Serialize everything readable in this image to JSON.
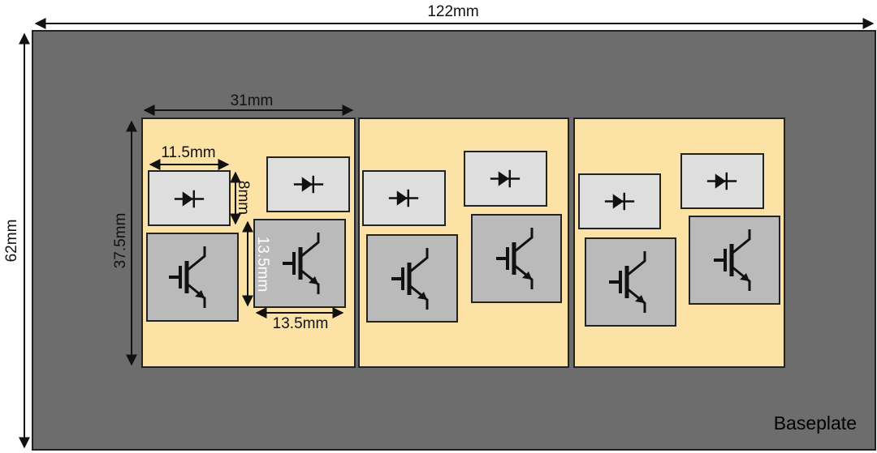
{
  "labels": {
    "baseplate_width": "122mm",
    "baseplate_height": "62mm",
    "substrate_width": "31mm",
    "substrate_height": "37.5mm",
    "diode_width": "11.5mm",
    "diode_height": "8mm",
    "igbt_height": "13.5mm",
    "igbt_width": "13.5mm",
    "baseplate": "Baseplate"
  },
  "colors": {
    "baseplate": "#6d6d6d",
    "substrate": "#fde2a6",
    "diode_chip": "#dedede",
    "igbt_chip": "#bababa"
  },
  "substrates": [
    {
      "chips": [
        "diode",
        "diode",
        "igbt",
        "igbt"
      ]
    },
    {
      "chips": [
        "diode",
        "diode",
        "igbt",
        "igbt"
      ]
    },
    {
      "chips": [
        "diode",
        "diode",
        "igbt",
        "igbt"
      ]
    }
  ]
}
